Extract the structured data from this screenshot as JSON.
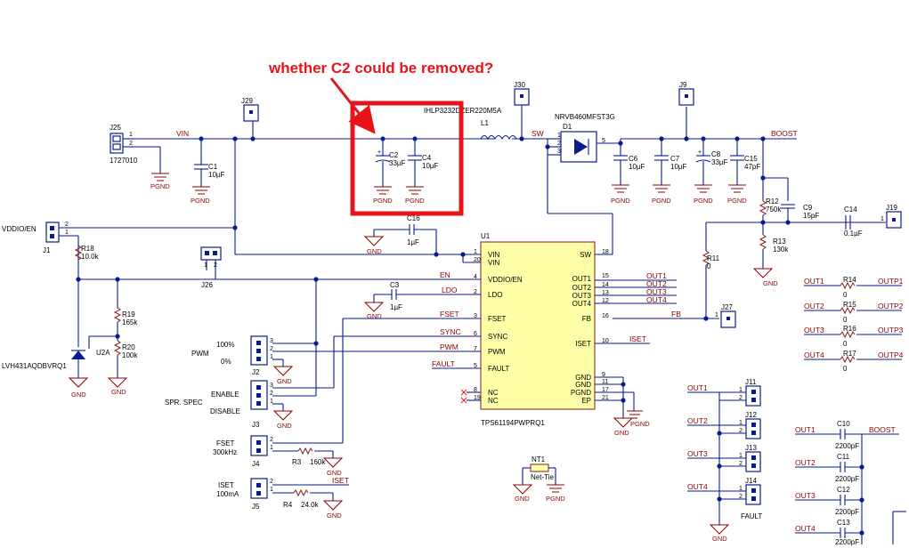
{
  "annotation": {
    "question": "whether C2 could be removed?",
    "color": "#e8141b"
  },
  "colors": {
    "wire": "#0a1a8f",
    "net_label": "#8b0000",
    "ic_fill": "#ffffa8",
    "annotation": "#e8141b"
  },
  "components": {
    "J25": {
      "ref": "J25",
      "value": "1727010"
    },
    "J29": "J29",
    "J30": "J30",
    "J9": "J9",
    "J1": "J1",
    "J26": "J26",
    "J19": "J19",
    "J27": "J27",
    "J2": "J2",
    "J3": "J3",
    "J4": "J4",
    "J5": "J5",
    "J11": "J11",
    "J12": "J12",
    "J13": "J13",
    "J14": "J14",
    "C1": {
      "ref": "C1",
      "value": "10µF"
    },
    "C2": {
      "ref": "C2",
      "value": "33µF"
    },
    "C4": {
      "ref": "C4",
      "value": "10µF"
    },
    "L1": {
      "ref": "L1",
      "value": "IHLP3232DZER220M5A"
    },
    "D1": {
      "ref": "D1",
      "value": "NRVB460MFST3G"
    },
    "C6": {
      "ref": "C6",
      "value": "10µF"
    },
    "C7": {
      "ref": "C7",
      "value": "10µF"
    },
    "C8": {
      "ref": "C8",
      "value": "33µF"
    },
    "C15": {
      "ref": "C15",
      "value": "47pF"
    },
    "C16": {
      "ref": "C16",
      "value": "1µF"
    },
    "C3": {
      "ref": "C3",
      "value": "1µF"
    },
    "C9": {
      "ref": "C9",
      "value": "15pF"
    },
    "C14": {
      "ref": "C14",
      "value": "0.1µF"
    },
    "R12": {
      "ref": "R12",
      "value": "750k"
    },
    "R13": {
      "ref": "R13",
      "value": "130k"
    },
    "R11": {
      "ref": "R11",
      "value": "0"
    },
    "R18": {
      "ref": "R18",
      "value": "10.0k"
    },
    "R19": {
      "ref": "R19",
      "value": "165k"
    },
    "R20": {
      "ref": "R20",
      "value": "100k"
    },
    "R3": {
      "ref": "R3",
      "value": "160k"
    },
    "R4": {
      "ref": "R4",
      "value": "24.0k"
    },
    "R14": {
      "ref": "R14",
      "value": "0"
    },
    "R15": {
      "ref": "R15",
      "value": "0"
    },
    "R16": {
      "ref": "R16",
      "value": "0"
    },
    "R17": {
      "ref": "R17",
      "value": "0"
    },
    "C10": {
      "ref": "C10",
      "value": "2200pF"
    },
    "C11": {
      "ref": "C11",
      "value": "2200pF"
    },
    "C12": {
      "ref": "C12",
      "value": "2200pF"
    },
    "C13": {
      "ref": "C13",
      "value": "2200pF"
    },
    "U2": {
      "ref": "U2A",
      "value": "LVH431AQDBVRQ1"
    },
    "NT1": {
      "ref": "NT1",
      "value": "Net-Tie"
    }
  },
  "ic": {
    "ref": "U1",
    "part": "TPS61194PWPRQ1",
    "left_pins": [
      {
        "name": "VIN",
        "num": "1"
      },
      {
        "name": "VIN",
        "num": "20"
      },
      {
        "name": "VDDIO/EN",
        "num": "4"
      },
      {
        "name": "LDO",
        "num": "2"
      },
      {
        "name": "FSET",
        "num": "3"
      },
      {
        "name": "SYNC",
        "num": "6"
      },
      {
        "name": "PWM",
        "num": "7"
      },
      {
        "name": "FAULT",
        "num": "5"
      },
      {
        "name": "NC",
        "num": "8"
      },
      {
        "name": "NC",
        "num": "19"
      }
    ],
    "right_pins": [
      {
        "name": "SW",
        "num": "18"
      },
      {
        "name": "OUT1",
        "num": "15"
      },
      {
        "name": "OUT2",
        "num": "14"
      },
      {
        "name": "OUT3",
        "num": "13"
      },
      {
        "name": "OUT4",
        "num": "12"
      },
      {
        "name": "FB",
        "num": "16"
      },
      {
        "name": "ISET",
        "num": "10"
      },
      {
        "name": "GND",
        "num": "9"
      },
      {
        "name": "GND",
        "num": "11"
      },
      {
        "name": "PGND",
        "num": "17"
      },
      {
        "name": "EP",
        "num": "21"
      }
    ]
  },
  "nets": {
    "vin": "VIN",
    "sw": "SW",
    "boost": "BOOST",
    "vddio": "VDDIO/EN",
    "en": "EN",
    "ldo": "LDO",
    "fset": "FSET",
    "sync": "SYNC",
    "pwm": "PWM",
    "fault": "FAULT",
    "fb": "FB",
    "iset": "ISET",
    "out1": "OUT1",
    "out2": "OUT2",
    "out3": "OUT3",
    "out4": "OUT4",
    "outp1": "OUTP1",
    "outp2": "OUTP2",
    "outp3": "OUTP3",
    "outp4": "OUTP4",
    "gnd": "GND",
    "pgnd": "PGND"
  },
  "labels": {
    "pwm_title": "PWM",
    "pwm_100": "100%",
    "pwm_0": "0%",
    "spr_spec": "SPR. SPEC",
    "enable": "ENABLE",
    "disable": "DISABLE",
    "fset_title": "FSET",
    "fset_freq": "300kHz",
    "iset_title": "ISET",
    "iset_cur": "100mA",
    "fault_label": "FAULT"
  }
}
